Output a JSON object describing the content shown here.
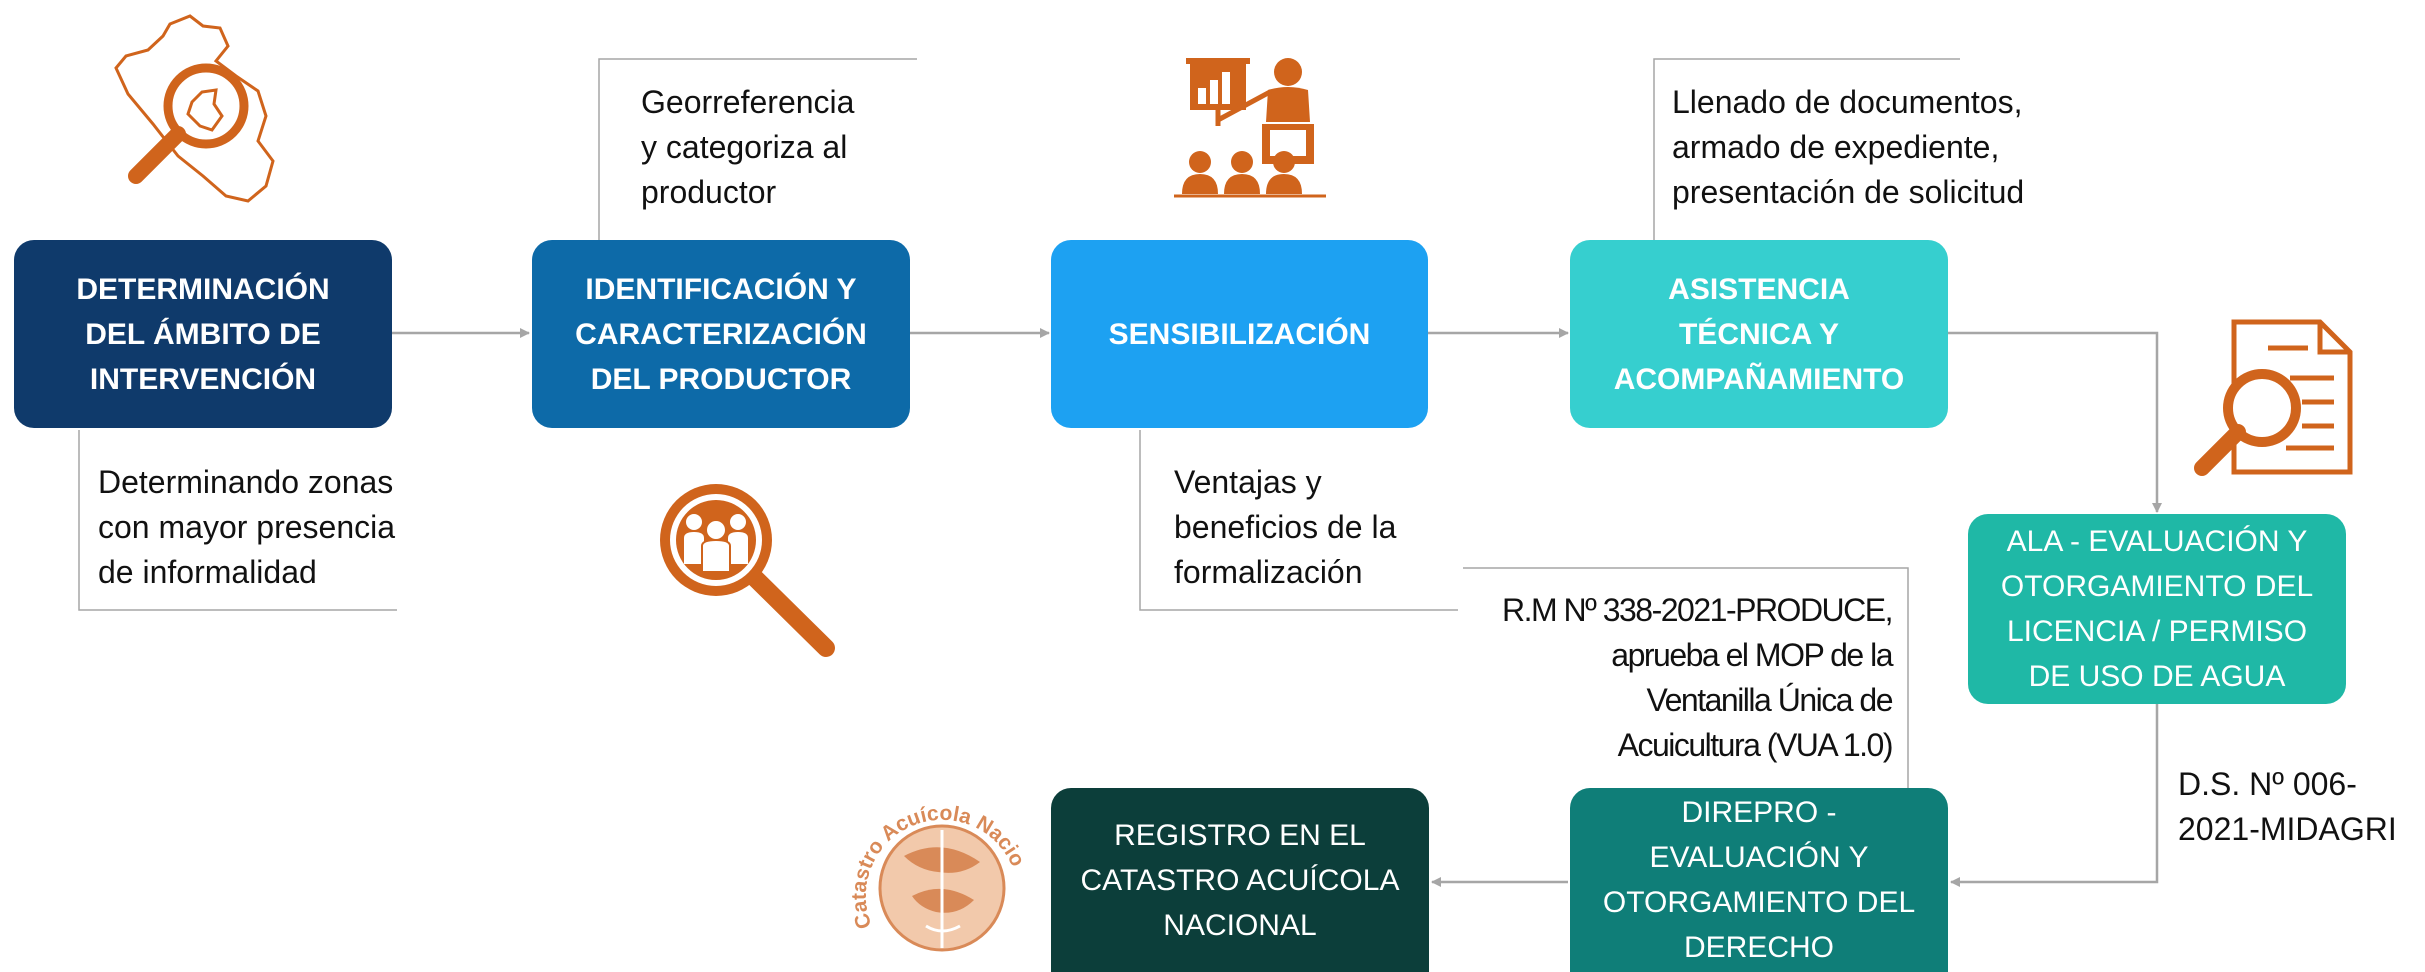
{
  "colors": {
    "navy": "#0f3a6b",
    "blue": "#0d6aa8",
    "bright_blue": "#1da1f2",
    "turquoise": "#36cfcf",
    "teal": "#1fb8a6",
    "dark_teal": "#0f7e78",
    "darkest_teal": "#0c3e3a",
    "icon_orange": "#d0641c",
    "connector_gray": "#a6a6a6"
  },
  "boxes": [
    {
      "id": "determinacion",
      "label": "DETERMINACIÓN\nDEL ÁMBITO DE\nINTERVENCIÓN"
    },
    {
      "id": "identificacion",
      "label": "IDENTIFICACIÓN Y\nCARACTERIZACIÓN\nDEL PRODUCTOR"
    },
    {
      "id": "sensibilizacion",
      "label": "SENSIBILIZACIÓN"
    },
    {
      "id": "asistencia",
      "label": "ASISTENCIA\nTÉCNICA Y\nACOMPAÑAMIENTO"
    },
    {
      "id": "ala",
      "label": "ALA - EVALUACIÓN Y\nOTORGAMIENTO DEL\nLICENCIA / PERMISO\nDE USO DE AGUA"
    },
    {
      "id": "direpro",
      "label": "DIREPRO -\nEVALUACIÓN Y\nOTORGAMIENTO DEL\nDERECHO"
    },
    {
      "id": "registro",
      "label": "REGISTRO EN EL\nCATASTRO ACUÍCOLA\nNACIONAL"
    }
  ],
  "notes": {
    "determinando": "Determinando zonas\ncon mayor presencia\nde informalidad",
    "georreferencia": "Georreferencia\ny categoriza al\nproductor",
    "ventajas": "Ventajas y\nbeneficios de la\nformalización",
    "llenado": "Llenado de documentos,\narmado de expediente,\npresentación de solicitud",
    "rm": "R.M Nº 338-2021-PRODUCE,\naprueba el MOP de la\nVentanilla Única de\nAcuicultura (VUA 1.0)",
    "ds": "D.S. Nº 006-\n2021-MIDAGRI"
  },
  "icons": [
    "peru-map-search-icon",
    "presentation-audience-icon",
    "people-search-icon",
    "document-search-icon",
    "catastro-acuicola-logo"
  ],
  "logo_text": "Catastro Acuícola Nacional"
}
